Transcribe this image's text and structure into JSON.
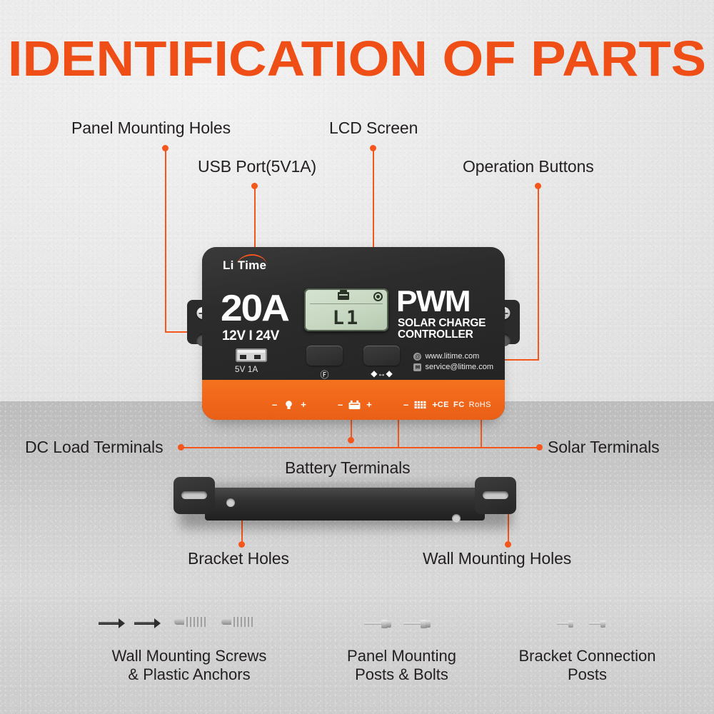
{
  "title": "IDENTIFICATION OF PARTS",
  "theme": {
    "accent": "#f4561b",
    "title_color": "#f04e17",
    "device_body": "#2c2c2c",
    "device_band": "#f2681b"
  },
  "callouts": [
    {
      "id": "panel-mounting-holes",
      "label": "Panel Mounting Holes"
    },
    {
      "id": "lcd-screen",
      "label": "LCD Screen"
    },
    {
      "id": "usb-port",
      "label": "USB Port(5V1A)"
    },
    {
      "id": "operation-buttons",
      "label": "Operation Buttons"
    },
    {
      "id": "dc-load-terminals",
      "label": "DC Load Terminals"
    },
    {
      "id": "battery-terminals",
      "label": "Battery Terminals"
    },
    {
      "id": "solar-terminals",
      "label": "Solar Terminals"
    },
    {
      "id": "bracket-holes",
      "label": "Bracket Holes"
    },
    {
      "id": "wall-mounting-holes",
      "label": "Wall Mounting Holes"
    }
  ],
  "device": {
    "brand": "Li Time",
    "amperage": "20A",
    "voltage": "12V I 24V",
    "type": "PWM",
    "subtitle_line1": "SOLAR CHARGE",
    "subtitle_line2": "CONTROLLER",
    "lcd": {
      "value": "L1",
      "battery_icon": "battery-icon",
      "sun_icon": "sun-target-icon"
    },
    "usb_rating": "5V 1A",
    "buttons": [
      {
        "id": "button-left",
        "icon": "power-circle-icon",
        "glyph": "Ⓕ"
      },
      {
        "id": "button-right",
        "icon": "load-arrows-icon",
        "glyph": "◆↔◆"
      }
    ],
    "contact": {
      "website": "www.litime.com",
      "website_icon": "globe-icon",
      "email": "service@litime.com",
      "email_icon": "mail-icon"
    },
    "terminals": [
      {
        "id": "dc-load",
        "icon": "bulb-icon",
        "minus": "–",
        "plus": "+"
      },
      {
        "id": "battery",
        "icon": "battery-icon",
        "minus": "–",
        "plus": "+"
      },
      {
        "id": "solar",
        "icon": "solar-panel-icon",
        "minus": "–",
        "plus": "+"
      }
    ],
    "certifications": [
      "CE",
      "FC",
      "RoHS"
    ]
  },
  "hardware": [
    {
      "id": "wall-mounting-screws",
      "caption_line1": "Wall Mounting Screws",
      "caption_line2": "& Plastic Anchors"
    },
    {
      "id": "panel-mounting-posts",
      "caption_line1": "Panel Mounting",
      "caption_line2": "Posts & Bolts"
    },
    {
      "id": "bracket-connection-posts",
      "caption_line1": "Bracket Connection",
      "caption_line2": "Posts"
    }
  ]
}
